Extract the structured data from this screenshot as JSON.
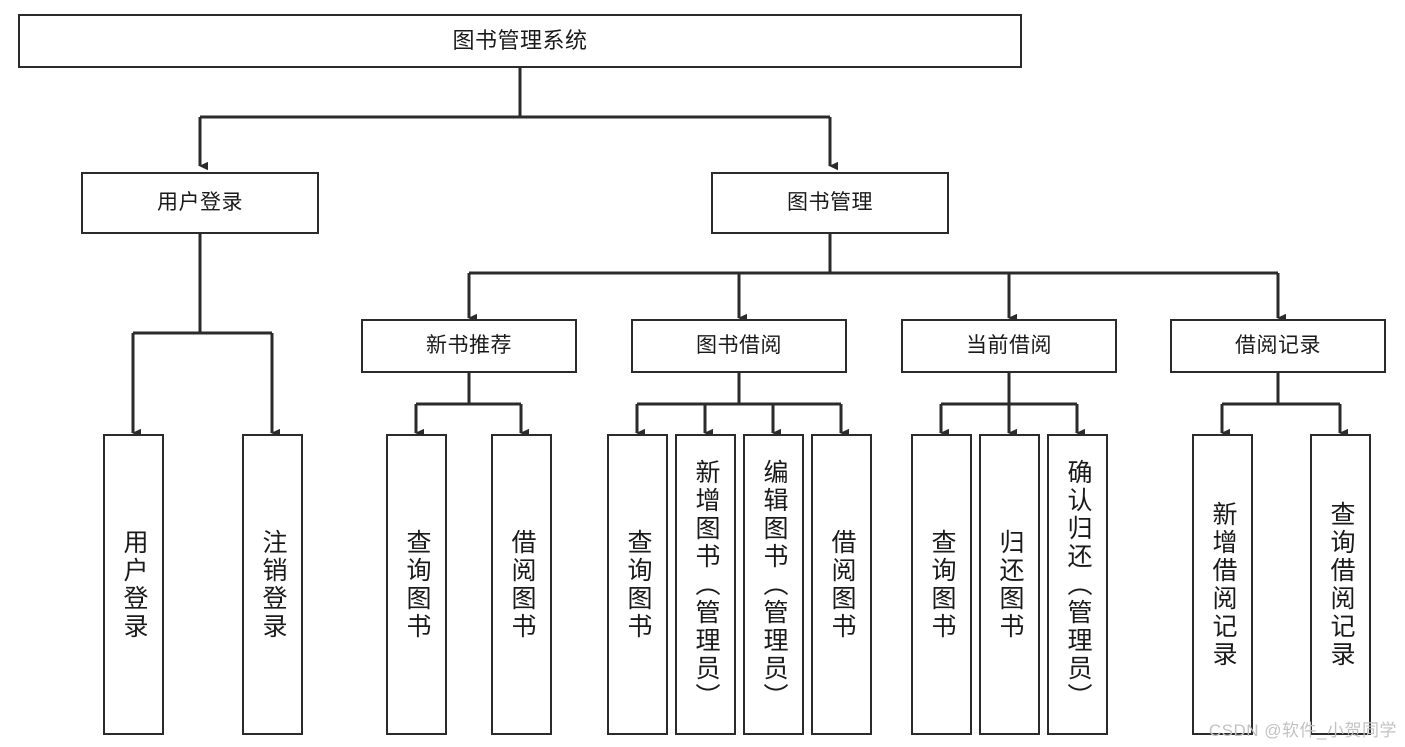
{
  "diagram": {
    "title": "图书管理系统",
    "type": "tree-flowchart",
    "orientation": "top-down",
    "colors": {
      "background": "#ffffff",
      "node_border": "#2b2b2b",
      "node_fill": "#ffffff",
      "edge": "#2b2b2b",
      "text": "#1a1a1a",
      "watermark": "#c2c2c2"
    },
    "nodes": {
      "root": {
        "label": "图书管理系统",
        "level": 0
      },
      "user_login": {
        "label": "用户登录",
        "level": 1
      },
      "book_manage": {
        "label": "图书管理",
        "level": 1
      },
      "new_book_rec": {
        "label": "新书推荐",
        "level": 2
      },
      "book_borrow": {
        "label": "图书借阅",
        "level": 2
      },
      "current_borrow": {
        "label": "当前借阅",
        "level": 2
      },
      "borrow_record": {
        "label": "借阅记录",
        "level": 2
      },
      "leaf_user_login": {
        "label": "用户登录",
        "level": 2
      },
      "leaf_logout": {
        "label": "注销登录",
        "level": 2
      },
      "leaf_query_book_1": {
        "label": "查询图书",
        "level": 3
      },
      "leaf_borrow_book_1": {
        "label": "借阅图书",
        "level": 3
      },
      "leaf_query_book_2": {
        "label": "查询图书",
        "level": 3
      },
      "leaf_add_book": {
        "label": "新增图书（管理员）",
        "level": 3
      },
      "leaf_edit_book": {
        "label": "编辑图书（管理员）",
        "level": 3
      },
      "leaf_borrow_book_2": {
        "label": "借阅图书",
        "level": 3
      },
      "leaf_query_book_3": {
        "label": "查询图书",
        "level": 3
      },
      "leaf_return_book": {
        "label": "归还图书",
        "level": 3
      },
      "leaf_confirm_return": {
        "label": "确认归还（管理员）",
        "level": 3
      },
      "leaf_add_record": {
        "label": "新增借阅记录",
        "level": 3
      },
      "leaf_query_record": {
        "label": "查询借阅记录",
        "level": 3
      }
    },
    "edges": [
      {
        "from": "root",
        "to": "user_login"
      },
      {
        "from": "root",
        "to": "book_manage"
      },
      {
        "from": "user_login",
        "to": "leaf_user_login"
      },
      {
        "from": "user_login",
        "to": "leaf_logout"
      },
      {
        "from": "book_manage",
        "to": "new_book_rec"
      },
      {
        "from": "book_manage",
        "to": "book_borrow"
      },
      {
        "from": "book_manage",
        "to": "current_borrow"
      },
      {
        "from": "book_manage",
        "to": "borrow_record"
      },
      {
        "from": "new_book_rec",
        "to": "leaf_query_book_1"
      },
      {
        "from": "new_book_rec",
        "to": "leaf_borrow_book_1"
      },
      {
        "from": "book_borrow",
        "to": "leaf_query_book_2"
      },
      {
        "from": "book_borrow",
        "to": "leaf_add_book"
      },
      {
        "from": "book_borrow",
        "to": "leaf_edit_book"
      },
      {
        "from": "book_borrow",
        "to": "leaf_borrow_book_2"
      },
      {
        "from": "current_borrow",
        "to": "leaf_query_book_3"
      },
      {
        "from": "current_borrow",
        "to": "leaf_return_book"
      },
      {
        "from": "current_borrow",
        "to": "leaf_confirm_return"
      },
      {
        "from": "borrow_record",
        "to": "leaf_add_record"
      },
      {
        "from": "borrow_record",
        "to": "leaf_query_record"
      }
    ]
  },
  "watermark": {
    "text": "CSDN @软件_小贺同学"
  }
}
